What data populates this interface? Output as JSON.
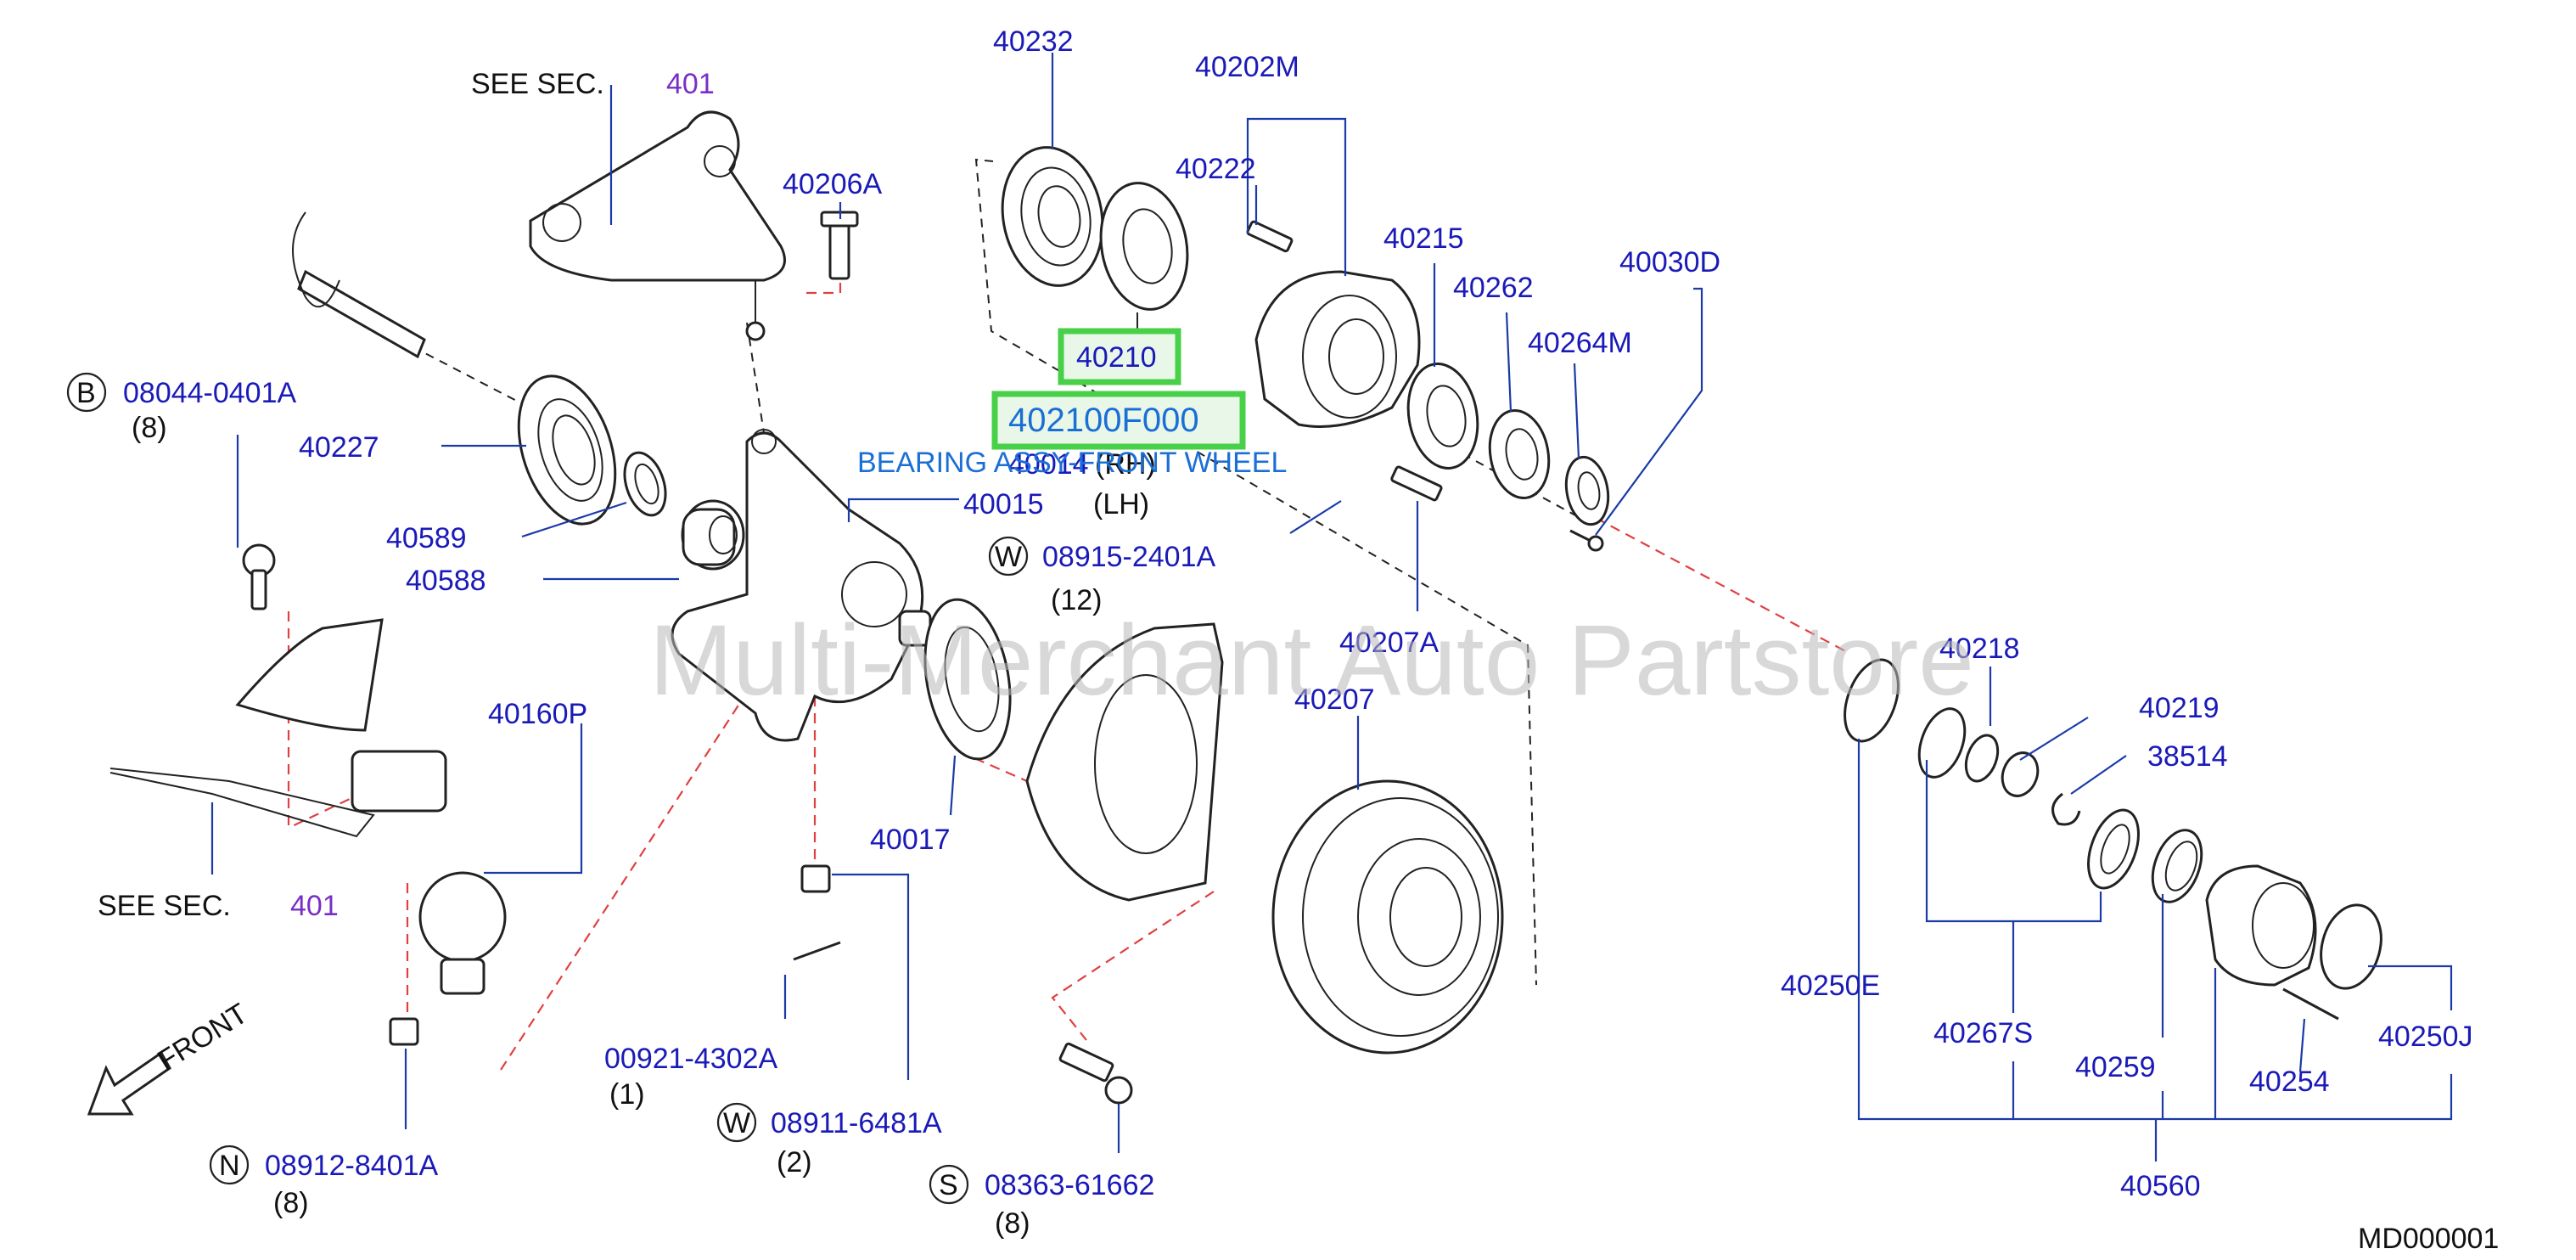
{
  "watermark": "Multi-Merchant Auto Partstore",
  "diagram_id": "MD000001",
  "highlight": {
    "part_number": "40210",
    "catalog_number": "402100F000",
    "description": "BEARING ASSY-FRONT WHEEL",
    "highlight_color": "#48d048"
  },
  "see_sec": {
    "label": "SEE SEC.",
    "ref": "401"
  },
  "directions": {
    "front": "FRONT"
  },
  "parts": [
    "40232",
    "40202M",
    "40222",
    "40215",
    "40262",
    "40030D",
    "40264M",
    "40206A",
    "40227",
    "40589",
    "40588",
    "40015",
    "40014",
    "40207A",
    "40207",
    "40218",
    "40219",
    "38514",
    "40160P",
    "40017",
    "40250E",
    "40267S",
    "40259",
    "40254",
    "40250J",
    "40560"
  ],
  "fasteners": [
    {
      "prefix": "B",
      "number": "08044-0401A",
      "qty": "(8)"
    },
    {
      "prefix": "W",
      "number": "08915-2401A",
      "qty": "(12)"
    },
    {
      "prefix": "",
      "number": "00921-4302A",
      "qty": "(1)"
    },
    {
      "prefix": "W",
      "number": "08911-6481A",
      "qty": "(2)"
    },
    {
      "prefix": "N",
      "number": "08912-8401A",
      "qty": "(8)"
    },
    {
      "prefix": "S",
      "number": "08363-61662",
      "qty": "(8)"
    }
  ],
  "side": {
    "rh": "(RH)",
    "lh": "(LH)"
  }
}
